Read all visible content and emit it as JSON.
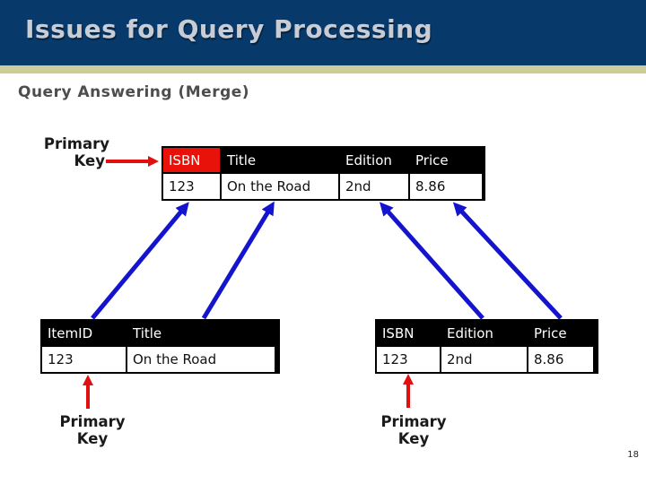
{
  "slide": {
    "title": "Issues for Query Processing",
    "subtitle": "Query Answering (Merge)",
    "page_number": "18"
  },
  "colors": {
    "header_bg": "#073A6B",
    "accent_band": "#CCCC99",
    "title_text": "#C8CDD5",
    "subtitle_text": "#4D4D4D",
    "table_header_bg": "#000000",
    "primary_key_highlight": "#E8120A",
    "red_arrow": "#E01010",
    "blue_arrow": "#1414CE"
  },
  "merged_table": {
    "headers": [
      "ISBN",
      "Title",
      "Edition",
      "Price"
    ],
    "row": [
      "123",
      "On the Road",
      "2nd",
      "8.86"
    ],
    "highlighted_header": "ISBN"
  },
  "left_source_table": {
    "headers": [
      "ItemID",
      "Title"
    ],
    "row": [
      "123",
      "On the Road"
    ]
  },
  "right_source_table": {
    "headers": [
      "ISBN",
      "Edition",
      "Price"
    ],
    "row": [
      "123",
      "2nd",
      "8.86"
    ]
  },
  "annotations": {
    "top_primary_key": {
      "line1": "Primary",
      "line2": "Key"
    },
    "bottom_left_primary_key": {
      "line1": "Primary",
      "line2": "Key"
    },
    "bottom_right_primary_key": {
      "line1": "Primary",
      "line2": "Key"
    }
  }
}
